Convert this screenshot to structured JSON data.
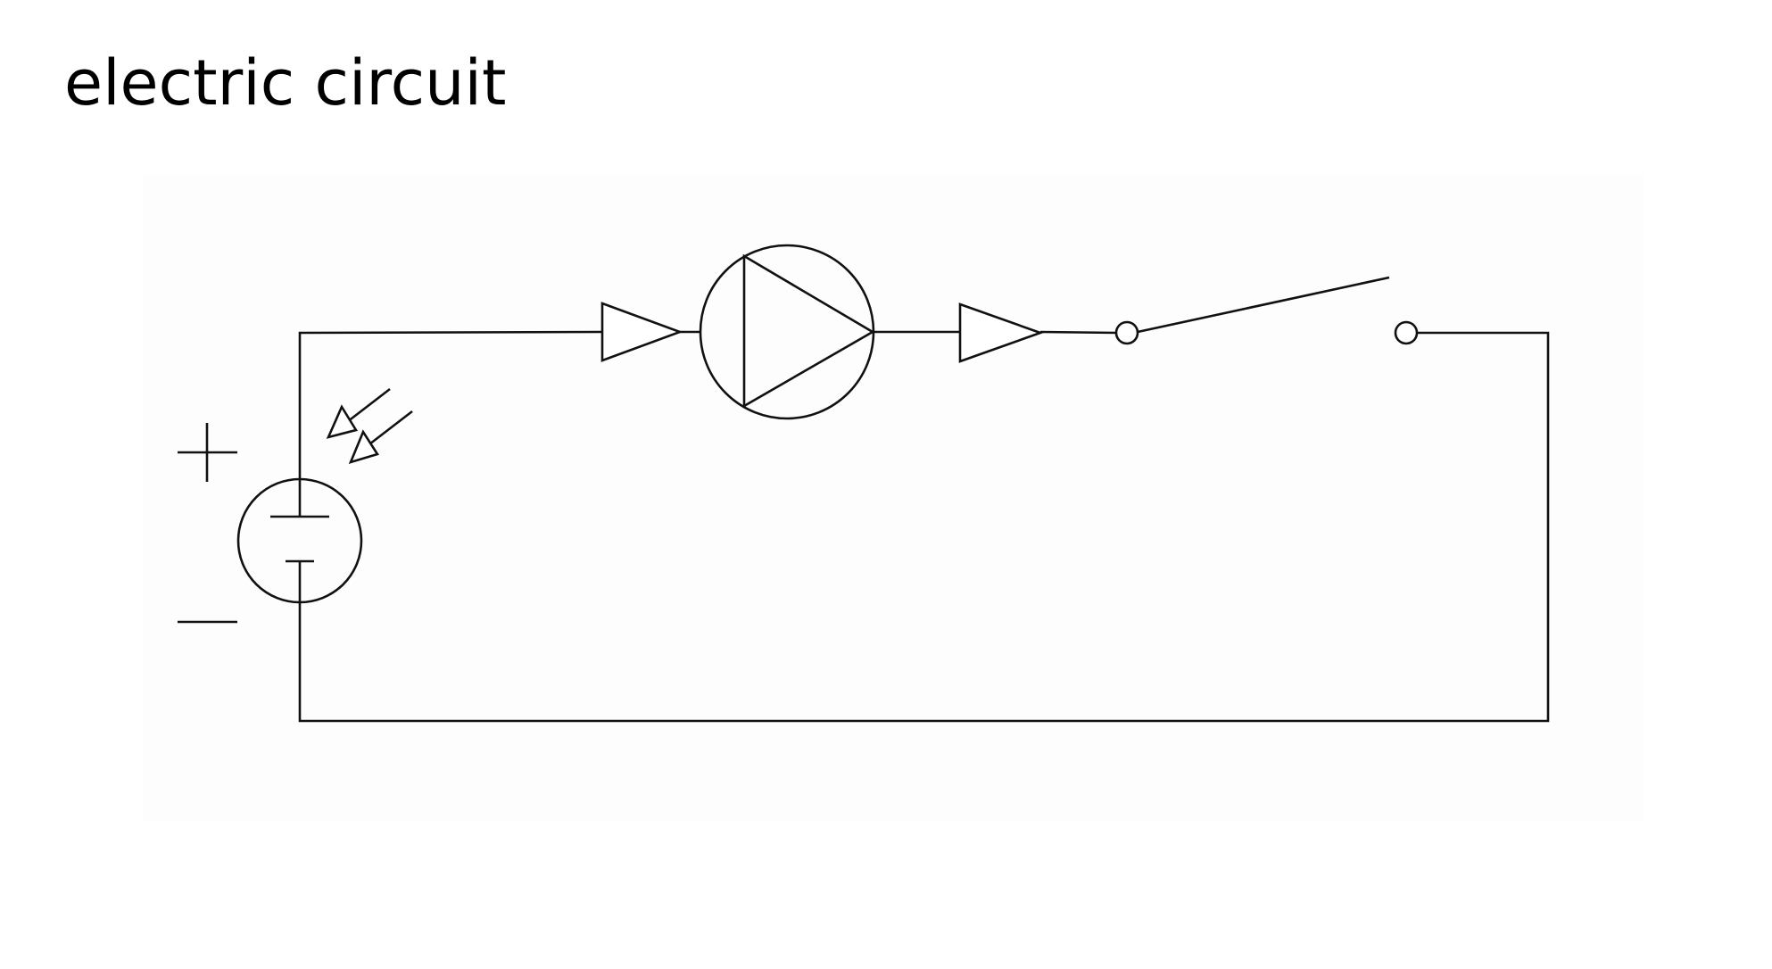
{
  "title": "electric circuit",
  "diagram": {
    "components": [
      {
        "id": "photovoltaic-cell",
        "symbol": "photovoltaic-cell-icon"
      },
      {
        "id": "amplifier-1",
        "symbol": "triangle-arrow-icon"
      },
      {
        "id": "pump",
        "symbol": "pump-icon"
      },
      {
        "id": "amplifier-2",
        "symbol": "triangle-arrow-icon"
      },
      {
        "id": "switch",
        "symbol": "open-switch-icon",
        "state": "open"
      }
    ],
    "terminal_labels": {
      "positive": "+",
      "negative": "−"
    }
  }
}
